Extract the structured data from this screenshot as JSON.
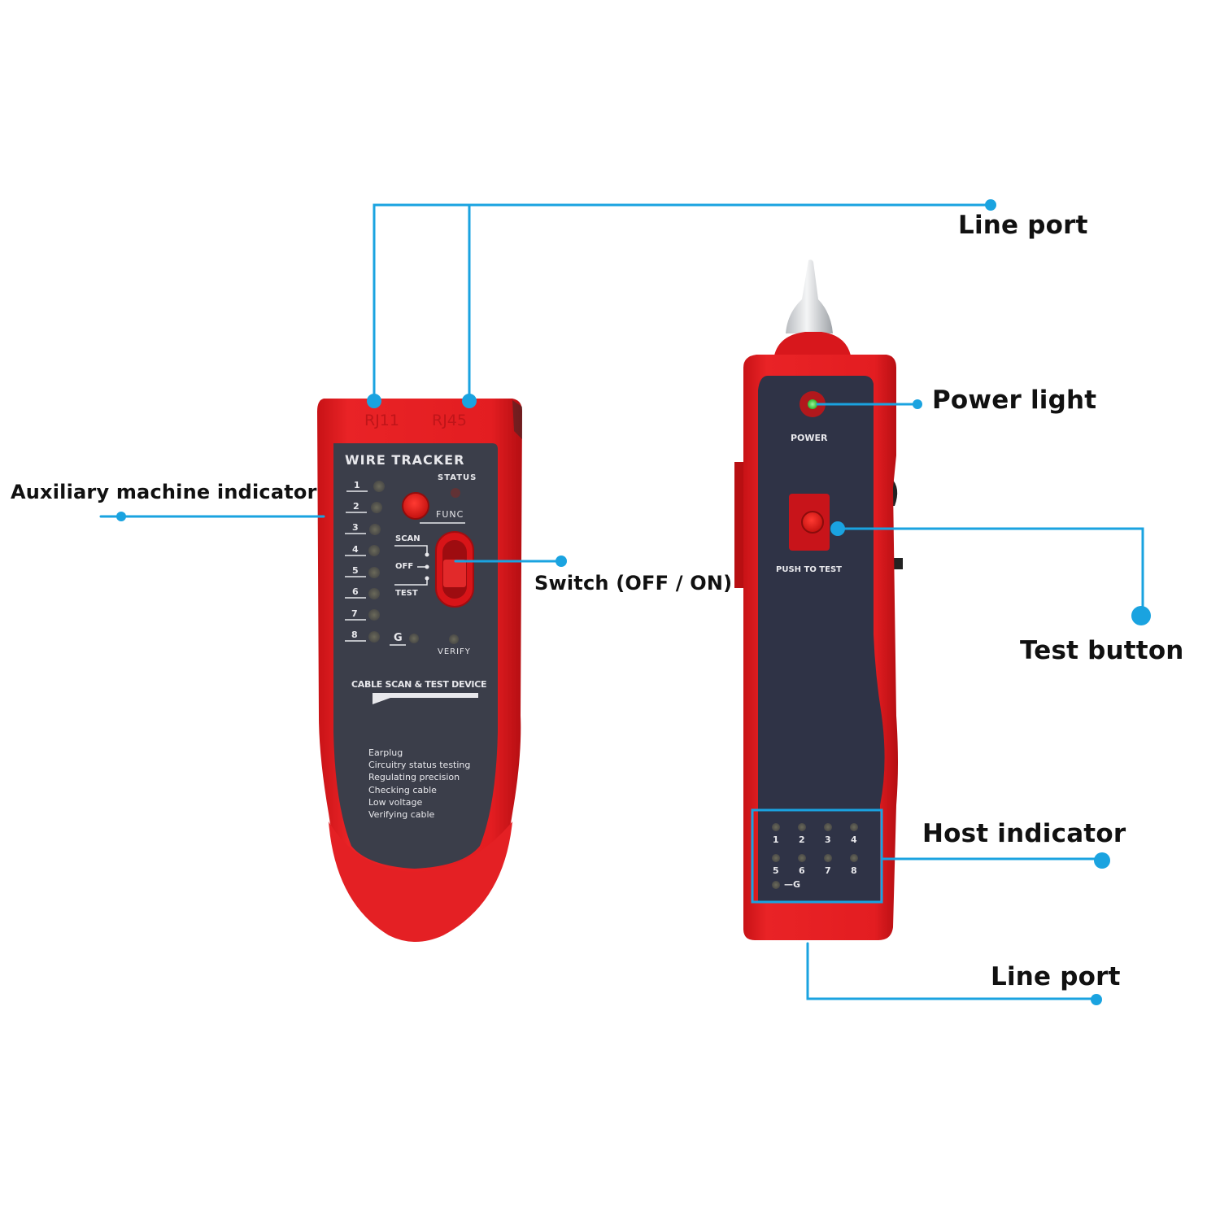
{
  "colors": {
    "callout_line": "#1aa3e0",
    "device_red": "#e01b1b",
    "device_red_dark": "#b80f12",
    "panel_dark": "#3b3e4a",
    "panel_navy": "#2f3346",
    "power_led": "#3ccf3c",
    "label_text": "#111111"
  },
  "callouts": {
    "line_port_top": "Line port",
    "auxiliary_indicator": "Auxiliary machine indicator",
    "switch": "Switch (OFF / ON)",
    "power_light": "Power light",
    "test_button": "Test button",
    "host_indicator": "Host indicator",
    "line_port_bottom": "Line port"
  },
  "transmitter": {
    "ports": [
      "RJ11",
      "RJ45"
    ],
    "title": "WIRE TRACKER",
    "status_label": "STATUS",
    "func_label": "FUNC",
    "switch_positions": [
      "SCAN",
      "OFF",
      "TEST"
    ],
    "pin_labels": [
      "1",
      "2",
      "3",
      "4",
      "5",
      "6",
      "7",
      "8"
    ],
    "ground_label": "G",
    "verify_label": "VERIFY",
    "subtitle": "CABLE SCAN & TEST DEVICE",
    "features": [
      "Earplug",
      "Circuitry status testing",
      "Regulating precision",
      "Checking cable",
      "Low voltage",
      "Verifying cable"
    ]
  },
  "receiver": {
    "power_label": "POWER",
    "test_label": "PUSH TO TEST",
    "host_pins_row1": [
      "1",
      "2",
      "3",
      "4"
    ],
    "host_pins_row2": [
      "5",
      "6",
      "7",
      "8"
    ],
    "ground_label": "—G"
  }
}
